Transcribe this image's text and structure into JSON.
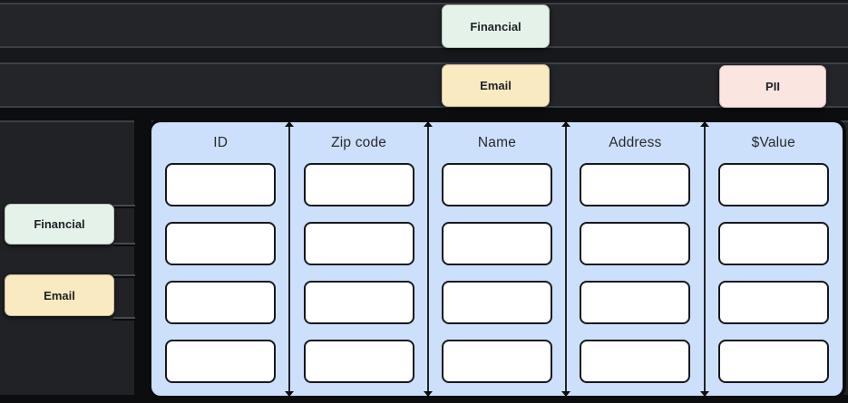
{
  "header_lanes": {
    "lane1": {
      "financial_tag": "Financial"
    },
    "lane2": {
      "email_tag": "Email",
      "pii_tag": "PII"
    }
  },
  "sidebar": {
    "financial_tag": "Financial",
    "email_tag": "Email"
  },
  "table": {
    "columns": [
      {
        "header": "ID"
      },
      {
        "header": "Zip code"
      },
      {
        "header": "Name"
      },
      {
        "header": "Address"
      },
      {
        "header": "$Value"
      }
    ],
    "empty_cells_per_column": 4
  },
  "colors": {
    "tag_green": "#E5F2EA",
    "tag_yellow": "#FAEAC2",
    "tag_pink": "#FBE5E1",
    "panel_blue": "#CDE0FB",
    "cell_white": "#FFFFFF",
    "lane_dark": "#232529",
    "canvas_dark": "#17181B",
    "divider_gray": "#3C4045"
  }
}
